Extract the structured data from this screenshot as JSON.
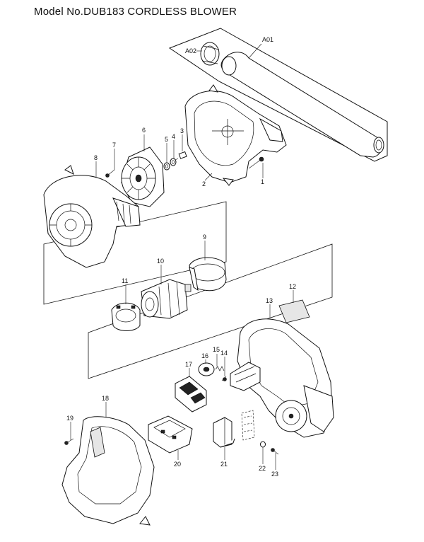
{
  "title": "Model No.DUB183 CORDLESS BLOWER",
  "part_labels": {
    "A01": "A01",
    "A02": "A02",
    "p1": "1",
    "p2": "2",
    "p3": "3",
    "p4": "4",
    "p5": "5",
    "p6": "6",
    "p7": "7",
    "p8": "8",
    "p9": "9",
    "p10": "10",
    "p11": "11",
    "p12": "12",
    "p13": "13",
    "p14": "14",
    "p15": "15",
    "p16": "16",
    "p17": "17",
    "p18": "18",
    "p19": "19",
    "p20": "20",
    "p21": "21",
    "p22": "22",
    "p23": "23"
  }
}
